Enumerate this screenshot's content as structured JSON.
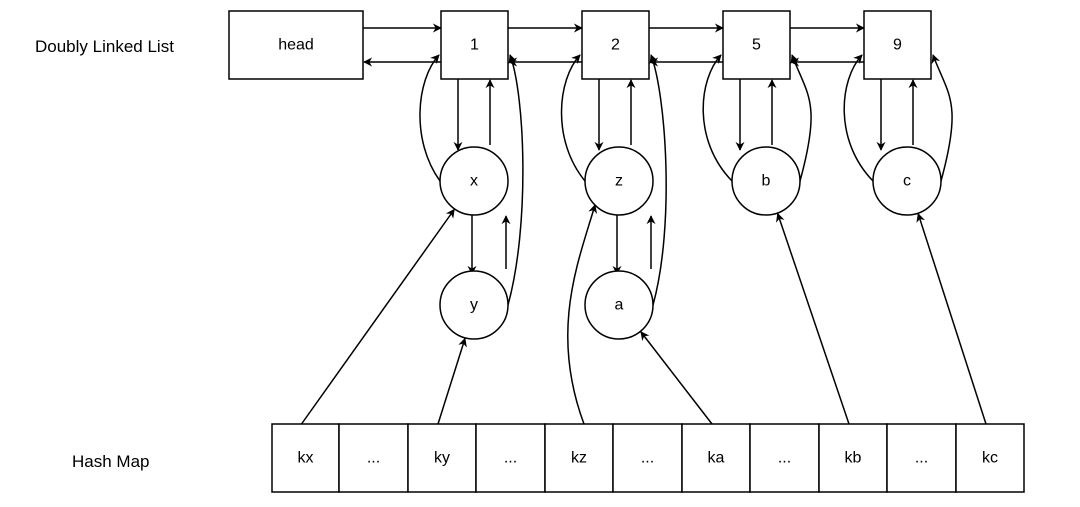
{
  "labels": {
    "list_title": "Doubly Linked List",
    "map_title": "Hash Map"
  },
  "head": {
    "label": "head"
  },
  "list_nodes": [
    {
      "label": "1",
      "items": [
        "x",
        "y"
      ]
    },
    {
      "label": "2",
      "items": [
        "z",
        "a"
      ]
    },
    {
      "label": "5",
      "items": [
        "b"
      ]
    },
    {
      "label": "9",
      "items": [
        "c"
      ]
    }
  ],
  "hash_map": {
    "cells": [
      "kx",
      "...",
      "ky",
      "...",
      "kz",
      "...",
      "ka",
      "...",
      "kb",
      "...",
      "kc"
    ],
    "links": [
      {
        "from": "kx",
        "to": "x"
      },
      {
        "from": "ky",
        "to": "y"
      },
      {
        "from": "kz",
        "to": "z"
      },
      {
        "from": "ka",
        "to": "a"
      },
      {
        "from": "kb",
        "to": "b"
      },
      {
        "from": "kc",
        "to": "c"
      }
    ]
  },
  "colors": {
    "stroke": "#000000",
    "fill": "#ffffff"
  }
}
